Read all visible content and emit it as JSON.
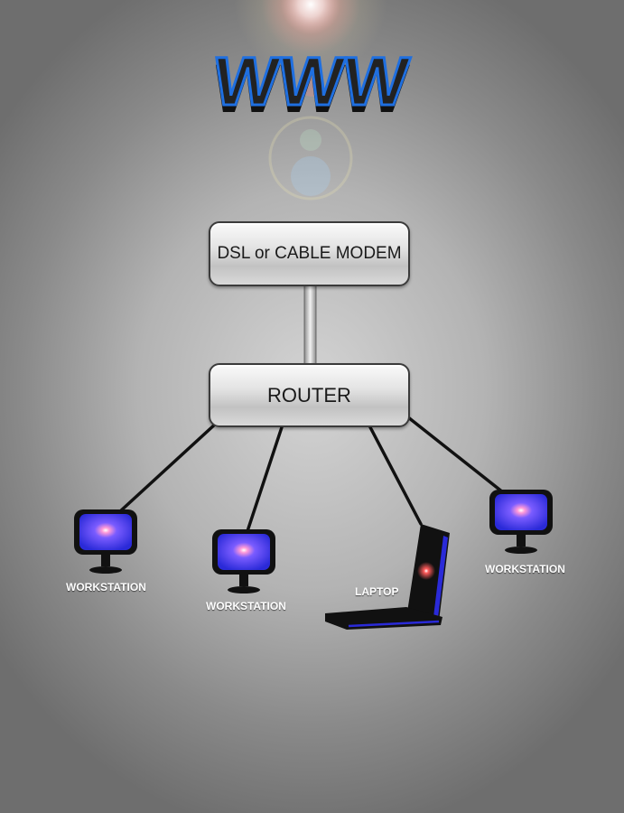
{
  "title": "WWW",
  "nodes": {
    "modem": "DSL or CABLE MODEM",
    "router": "ROUTER"
  },
  "devices": [
    {
      "type": "workstation",
      "label": "WORKSTATION"
    },
    {
      "type": "workstation",
      "label": "WORKSTATION"
    },
    {
      "type": "laptop",
      "label": "LAPTOP"
    },
    {
      "type": "workstation",
      "label": "WORKSTATION"
    }
  ],
  "colors": {
    "background": "#b3b3b3",
    "accent": "#1f6fe0",
    "screen": "#3a3aff",
    "device_body": "#111111",
    "connector": "#111111"
  }
}
